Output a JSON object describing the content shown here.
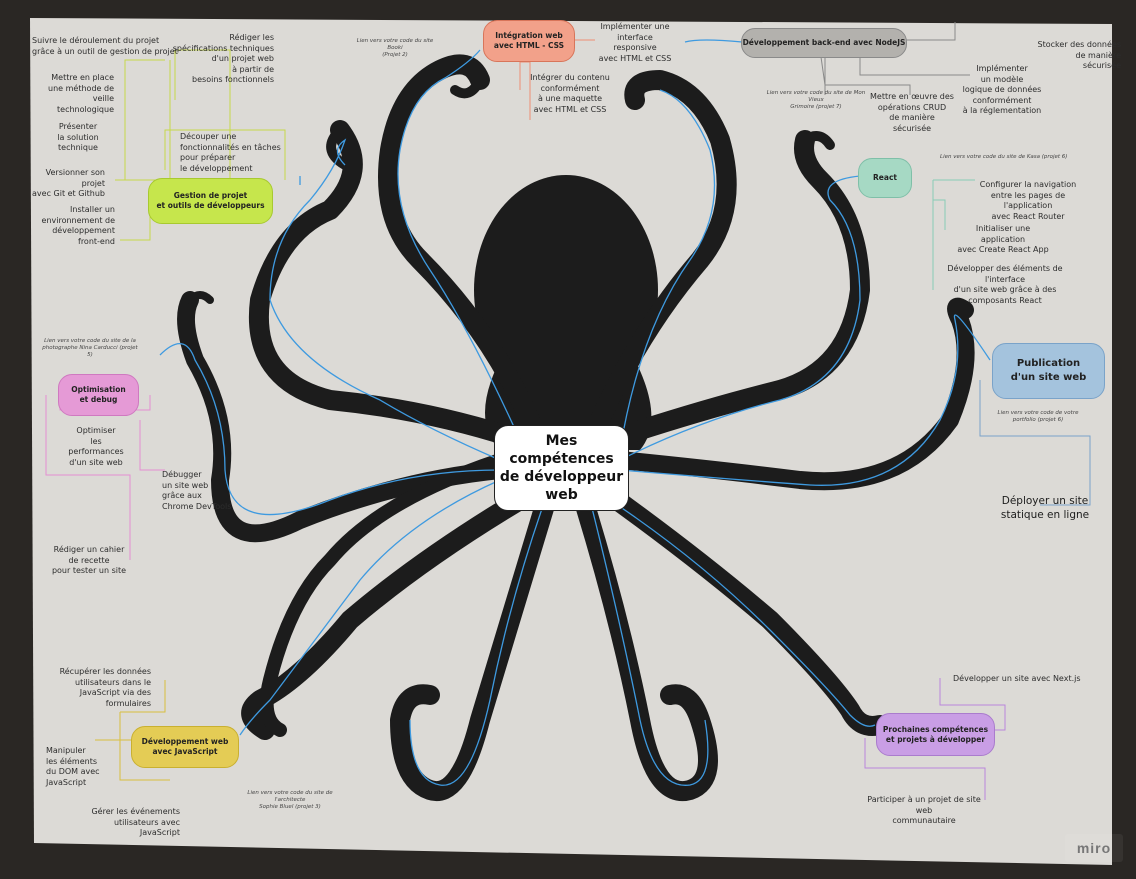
{
  "center": "Mes compétences\nde développeur\nweb",
  "watermark": "miro",
  "colors": {
    "board": "#dcdad6",
    "background": "#2a2724",
    "octopus": "#1c1c1c",
    "link": "#3e9ae0",
    "integration": "#f2a18a",
    "backend": "#b3b1ad",
    "react": "#a6d9c4",
    "publication": "#a4c3dd",
    "gestion": "#c6e64c",
    "optimisation": "#e59ad6",
    "javascript": "#e4cc55",
    "prochaines": "#c99ee5"
  },
  "nodes": {
    "integration": "Intégration web\navec HTML - CSS",
    "backend": "Développement back-end avec NodeJS",
    "react": "React",
    "publication": "Publication\nd'un site web",
    "gestion": "Gestion de projet\net outils de développeurs",
    "optimisation": "Optimisation\net debug",
    "javascript": "Développement web\navec JavaScript",
    "prochaines": "Prochaines compétences\net projets à développer"
  },
  "items": {
    "gestion": [
      "Suivre le déroulement du projet\ngrâce à un outil de gestion de projet",
      "Mettre en place\nune méthode de\nveille technologique",
      "Présenter\nla solution\ntechnique",
      "Versionner son projet\navec Git et Github",
      "Installer un\nenvironnement de\ndéveloppement\nfront-end",
      "Rédiger les\nspécifications techniques\nd'un projet web\nà partir de\nbesoins fonctionnels",
      "Découper une\nfonctionnalités en tâches\npour préparer\nle développement"
    ],
    "integration": [
      "Implémenter une\ninterface responsive\navec HTML et CSS",
      "Intégrer du contenu\nconformément\nà une maquette\navec HTML et CSS"
    ],
    "backend": [
      "Stocker des données\nde manière sécurisée",
      "Implémenter\nun modèle\nlogique de données\nconformément\nà la réglementation",
      "Mettre en œuvre des\nopérations CRUD\nde manière sécurisée"
    ],
    "react": [
      "Configurer la navigation\nentre les pages de l'application\navec React Router",
      "Initialiser une application\navec Create React App",
      "Développer des éléments de l'interface\nd'un site web grâce à des composants React"
    ],
    "publication": [
      "Déployer un site\nstatique en ligne"
    ],
    "optimisation": [
      "Optimiser\nles performances\nd'un site web",
      "Débugger\nun site web\ngrâce aux\nChrome DevTools",
      "Rédiger un cahier\nde recette\npour tester un site"
    ],
    "javascript": [
      "Récupérer les données\nutilisateurs dans le\nJavaScript via des formulaires",
      "Manipuler\nles éléments\ndu DOM avec\nJavaScript",
      "Gérer les événements\nutilisateurs avec JavaScript"
    ],
    "prochaines": [
      "Développer un site avec Next.js",
      "Participer à un projet de site web\ncommunautaire"
    ]
  },
  "links": {
    "booki": "Lien vers votre code du site Booki\n(Projet 2)",
    "monvieux": "Lien vers votre code du site de Mon Vieux\nGrimoire (projet 7)",
    "kasa": "Lien vers votre code du site de Kasa (projet 6)",
    "portfolio": "Lien vers votre code de votre\nportfolio (projet 6)",
    "nina": "Lien vers votre code du site de la\nphotographe Nina Carducci (projet 5)",
    "sophie": "Lien vers votre code du site de l'architecte\nSophie Bluel (projet 3)"
  }
}
